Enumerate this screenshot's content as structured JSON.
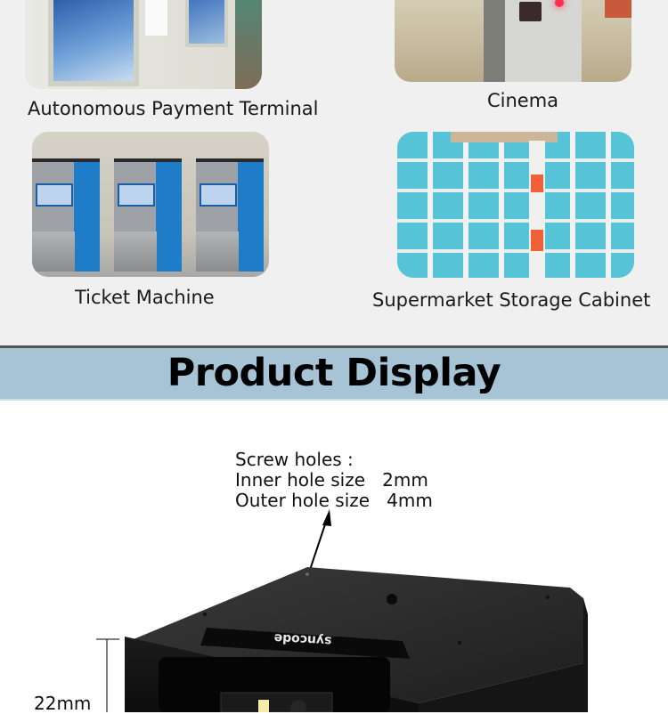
{
  "applications": [
    {
      "id": "payment",
      "caption": "Autonomous Payment Terminal",
      "image": "payment-terminal-photo"
    },
    {
      "id": "cinema",
      "caption": "Cinema",
      "image": "cinema-gate-photo"
    },
    {
      "id": "ticket",
      "caption": "Ticket Machine",
      "image": "ticket-machine-photo"
    },
    {
      "id": "cabinet",
      "caption": "Supermarket Storage Cabinet",
      "image": "storage-cabinet-photo"
    }
  ],
  "banner": {
    "title": "Product Display",
    "background": "#a6c4d6"
  },
  "product": {
    "brand_label": "syncode",
    "screw_note": {
      "title": "Screw holes :",
      "inner": "Inner hole size   2mm",
      "outer": "Outer hole size   4mm"
    },
    "height_dimension": "22mm"
  }
}
